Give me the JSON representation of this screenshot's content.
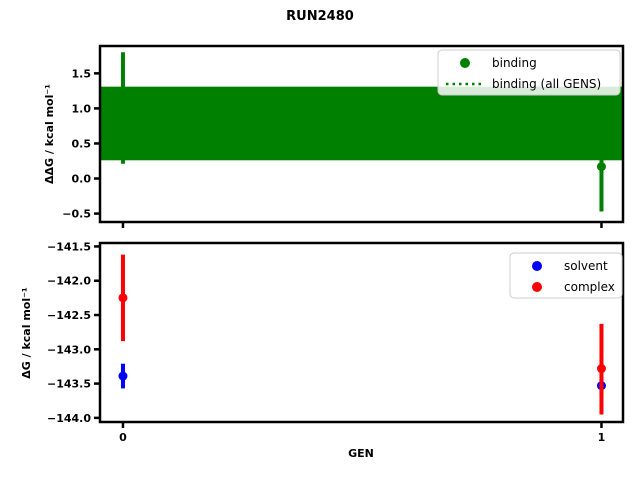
{
  "title": "RUN2480",
  "figure": {
    "background": "#ffffff",
    "spine_color": "#000000"
  },
  "colors": {
    "binding": "#008000",
    "solvent": "#0000ff",
    "complex": "#ff0000"
  },
  "chart_data": [
    {
      "type": "scatter",
      "subplot": "top",
      "title": "RUN2480",
      "xlabel": "",
      "ylabel": "ΔΔG / kcal mol⁻¹",
      "grid": false,
      "xlim": [
        -0.048,
        1.045
      ],
      "ylim": [
        -0.62,
        1.89
      ],
      "xticks": {
        "values": [
          0,
          1
        ],
        "labels": [
          "0",
          "1"
        ],
        "labels_visible": false
      },
      "yticks": {
        "values": [
          1.5,
          1.0,
          0.5,
          0.0,
          -0.5
        ],
        "labels": [
          "1.5",
          "1.0",
          "0.5",
          "0.0",
          "−0.5"
        ]
      },
      "legend": {
        "position": "upper right",
        "entries": [
          {
            "label": "binding",
            "glyph": "dot",
            "color": "#008000"
          },
          {
            "label": "binding (all GENS)",
            "glyph": "dotted-line",
            "color": "#008000"
          }
        ]
      },
      "series": [
        {
          "name": "binding (all GENS)",
          "type": "band",
          "color": "#008000",
          "band_lo": 0.26,
          "band_hi": 1.31,
          "line_value": 0.79,
          "line_style": "dotted"
        },
        {
          "name": "binding",
          "type": "errorbar-scatter",
          "color": "#008000",
          "points": [
            {
              "x": 0,
              "y": 1.1,
              "err_lo": 0.21,
              "err_hi": 1.8
            },
            {
              "x": 1,
              "y": 0.17,
              "err_lo": -0.47,
              "err_hi": 0.81
            }
          ]
        }
      ]
    },
    {
      "type": "scatter",
      "subplot": "bottom",
      "title": "",
      "xlabel": "GEN",
      "ylabel": "ΔG / kcal mol⁻¹",
      "grid": false,
      "xlim": [
        -0.048,
        1.045
      ],
      "ylim": [
        -144.06,
        -141.45
      ],
      "xticks": {
        "values": [
          0,
          1
        ],
        "labels": [
          "0",
          "1"
        ],
        "labels_visible": true
      },
      "yticks": {
        "values": [
          -141.5,
          -142.0,
          -142.5,
          -143.0,
          -143.5,
          -144.0
        ],
        "labels": [
          "−141.5",
          "−142.0",
          "−142.5",
          "−143.0",
          "−143.5",
          "−144.0"
        ]
      },
      "legend": {
        "position": "upper right",
        "entries": [
          {
            "label": "solvent",
            "glyph": "dot",
            "color": "#0000ff"
          },
          {
            "label": "complex",
            "glyph": "dot",
            "color": "#ff0000"
          }
        ]
      },
      "series": [
        {
          "name": "solvent",
          "type": "errorbar-scatter",
          "color": "#0000ff",
          "points": [
            {
              "x": 0,
              "y": -143.39,
              "err_lo": -143.57,
              "err_hi": -143.21
            },
            {
              "x": 1,
              "y": -143.53,
              "err_lo": -143.67,
              "err_hi": -143.4
            }
          ]
        },
        {
          "name": "complex",
          "type": "errorbar-scatter",
          "color": "#ff0000",
          "points": [
            {
              "x": 0,
              "y": -142.25,
              "err_lo": -142.88,
              "err_hi": -141.62
            },
            {
              "x": 1,
              "y": -143.28,
              "err_lo": -143.95,
              "err_hi": -142.63
            }
          ]
        }
      ]
    }
  ]
}
